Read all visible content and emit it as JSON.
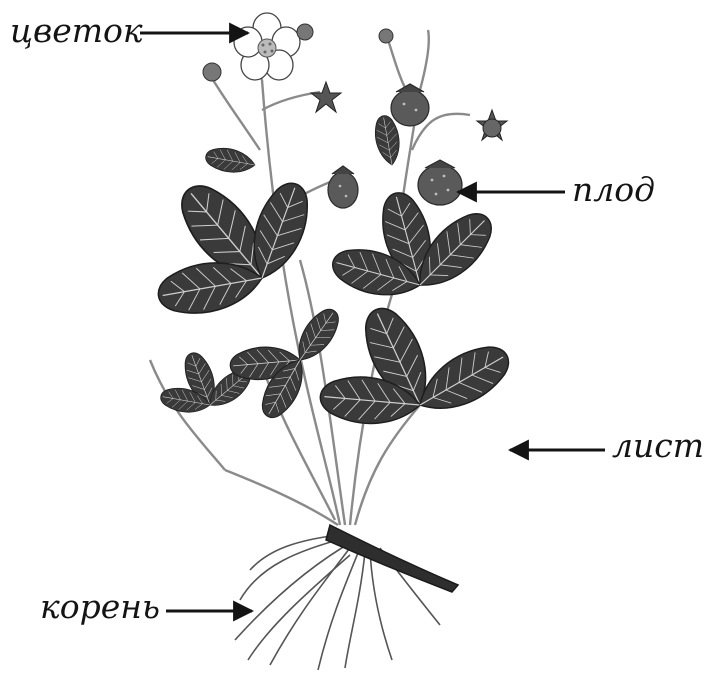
{
  "labels": {
    "flower": "цветок",
    "fruit": "плод",
    "leaf": "лист",
    "root": "корень"
  },
  "colors": {
    "ink": "#141414",
    "leaf": "#3a3a3a",
    "leaf_vein": "#cfcfcf",
    "stem": "#8a8a8a",
    "berry": "#5a5a5a",
    "petal": "#ffffff"
  }
}
